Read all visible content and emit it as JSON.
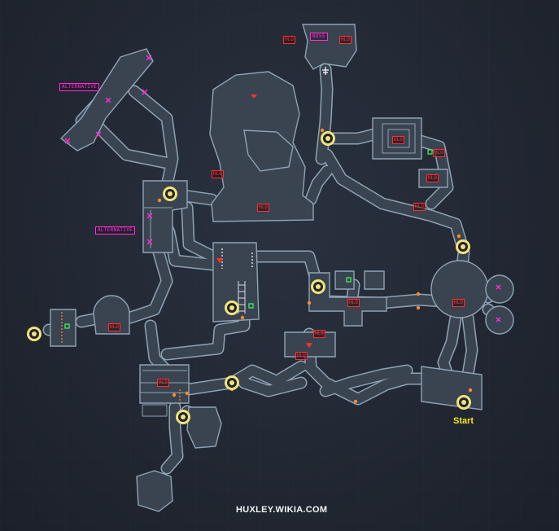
{
  "map": {
    "watermark": "HUXLEY.WIKIA.COM",
    "start_label": "Start",
    "boss_label": "BOSS",
    "alternative_labels": [
      "ALTERNATIVE",
      "ALTERNATIVE"
    ],
    "marker_label": "HLO",
    "colors": {
      "background": "#222833",
      "corridor_fill": "#3a4350",
      "corridor_outline": "#8fa3b5",
      "red_marker": "#ff3030",
      "magenta_marker": "#ff2fd2",
      "waypoint_ring": "#f2e27a",
      "start_text": "#f4e51e",
      "orange_dot": "#ff8a30",
      "green_marker": "#3cff5a"
    },
    "icons": [
      "waypoint-icon",
      "orange-dot-icon",
      "magenta-x-icon",
      "red-arrow-icon",
      "green-square-icon",
      "ladder-icon",
      "boss-exit-icon"
    ]
  }
}
